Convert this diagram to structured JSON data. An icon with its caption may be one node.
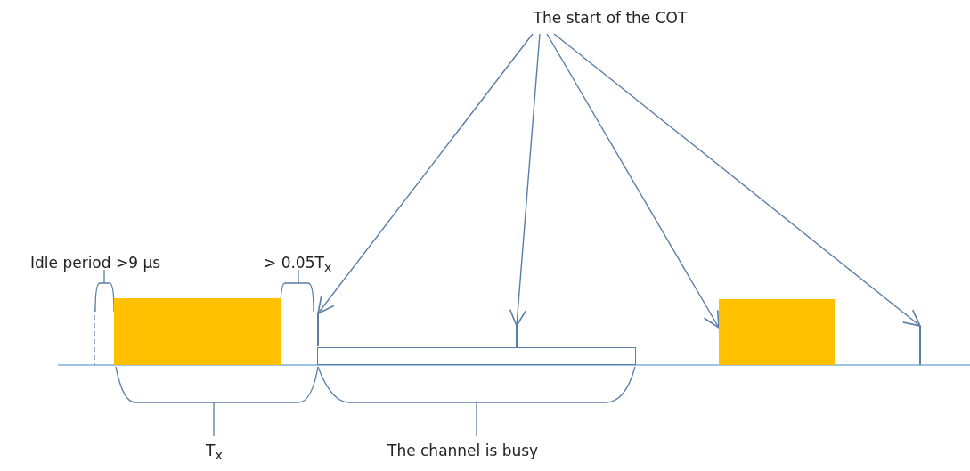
{
  "diagram": {
    "nodes": [
      {
        "text": [
          "The start of the COT"
        ]
      },
      {
        "text": [],
        "shape": "box"
      },
      {
        "text": [],
        "shape": "bar"
      },
      {
        "text": [],
        "shape": "box"
      },
      {
        "text": [],
        "shape": "bar"
      },
      {
        "text": [],
        "shape": "box"
      },
      {
        "text": [],
        "shape": "bar"
      }
    ],
    "edges": [
      {
        "from": 0,
        "to": 2,
        "arrow": "to"
      },
      {
        "from": 0,
        "to": 4,
        "arrow": "to"
      },
      {
        "from": 0,
        "to": 5,
        "arrow": "to"
      },
      {
        "from": 0,
        "to": 6,
        "arrow": "to"
      }
    ],
    "labels": [
      "Idle period >9 µs",
      "> 0.05T$_{x}$",
      "T$_{x}$",
      "The channel is busy"
    ]
  }
}
